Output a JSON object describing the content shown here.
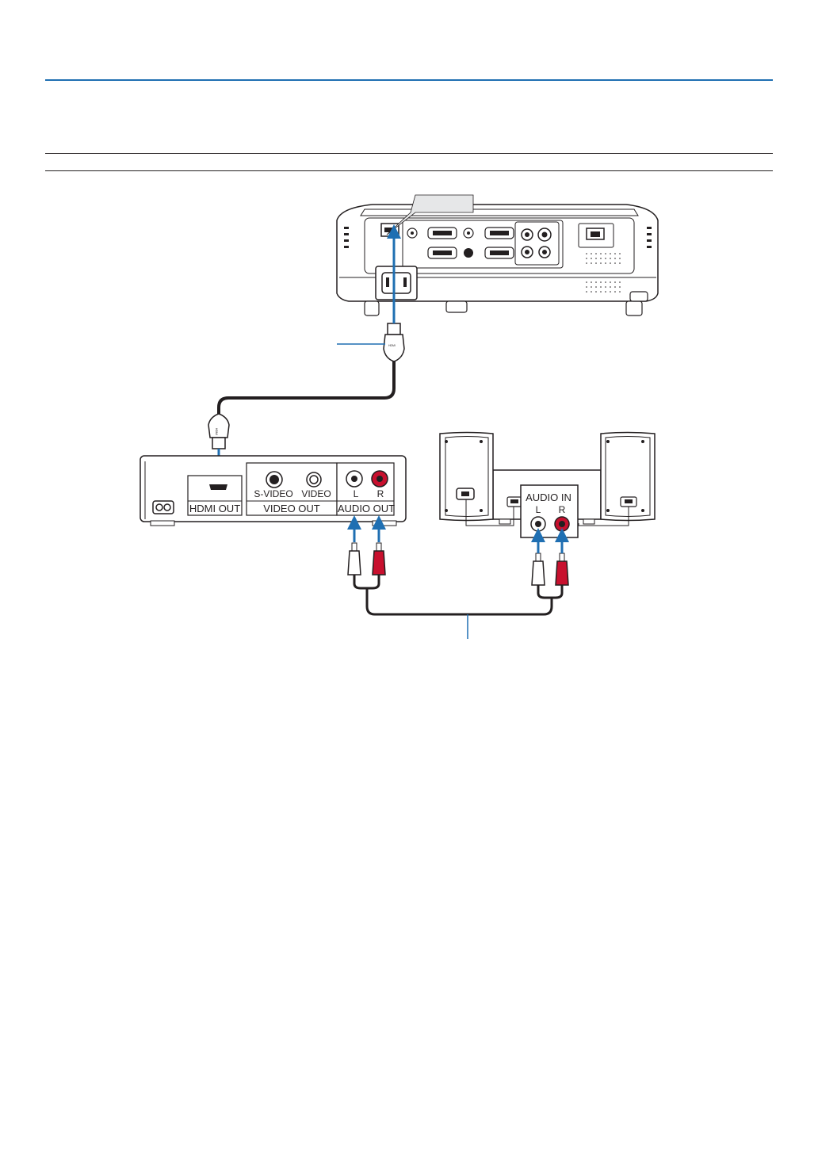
{
  "source_device": {
    "hdmi_label": "HDMI OUT",
    "svideo_label": "S-VIDEO",
    "video_label": "VIDEO",
    "video_out_label": "VIDEO OUT",
    "audio_l_label": "L",
    "audio_r_label": "R",
    "audio_out_label": "AUDIO OUT"
  },
  "speakers": {
    "audio_in_label": "AUDIO IN",
    "l_label": "L",
    "r_label": "R"
  },
  "cable": {
    "hdmi_plug_label": "HDMI"
  },
  "colors": {
    "arrow": "#1f6fb2",
    "red_plug": "#c8102e",
    "rule": "#1f6fb2"
  }
}
